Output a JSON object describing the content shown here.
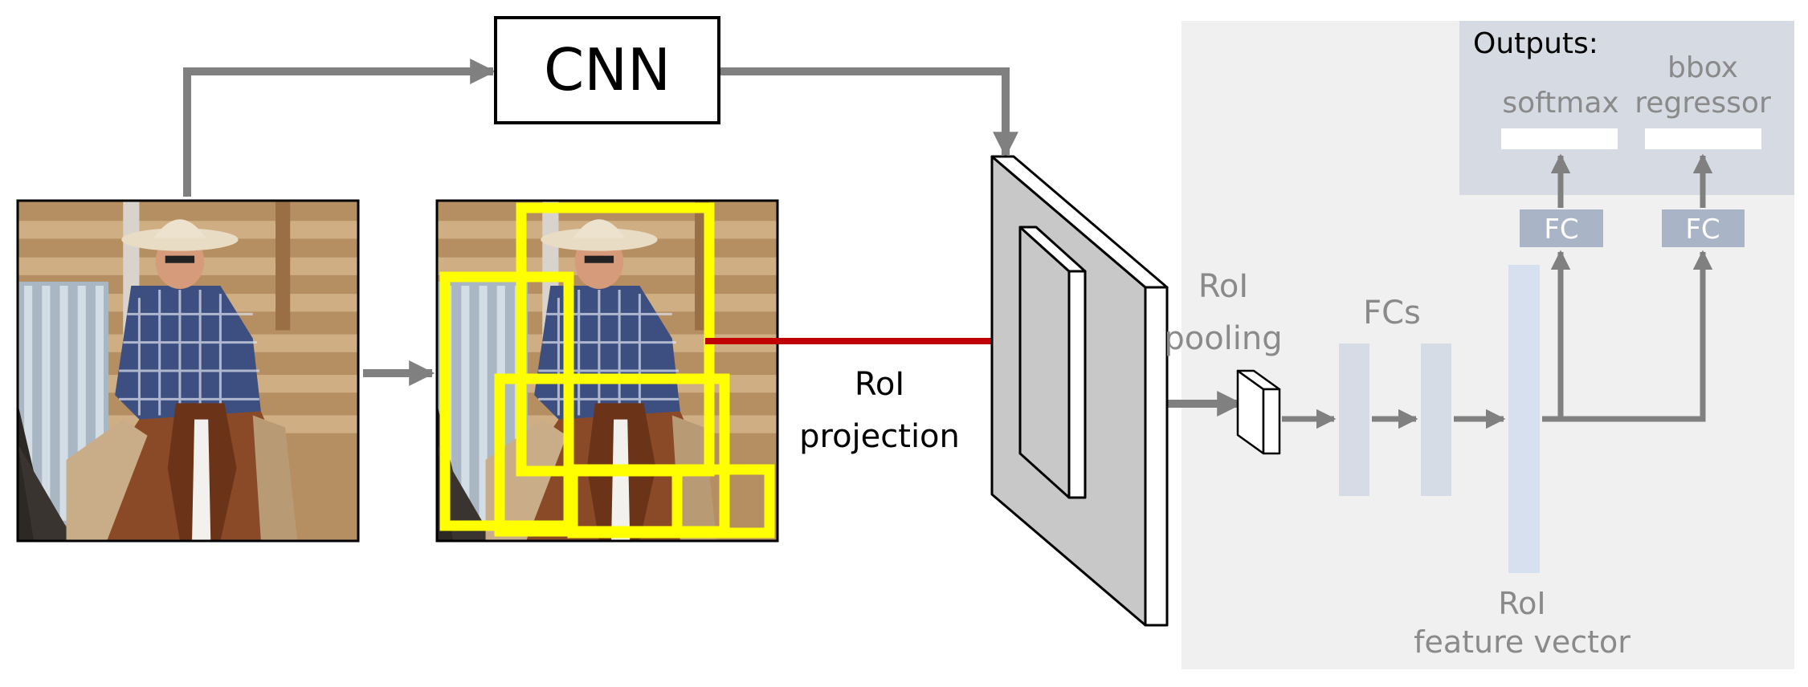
{
  "cnn": {
    "label": "CNN"
  },
  "roi_projection": {
    "line1": "RoI",
    "line2": "projection"
  },
  "roi_pooling": {
    "line1": "RoI",
    "line2": "pooling"
  },
  "fcs": {
    "label": "FCs"
  },
  "roi_feature_vector": {
    "line1": "RoI",
    "line2": "feature vector"
  },
  "outputs": {
    "title": "Outputs:",
    "softmax": {
      "label": "softmax",
      "fc_label": "FC"
    },
    "bbox": {
      "line1": "bbox",
      "line2": "regressor",
      "fc_label": "FC"
    }
  },
  "colors": {
    "arrow_gray": "#808080",
    "projection_red": "#c00000",
    "proposal_yellow": "#ffff00",
    "head_panel": "#f0f0f0",
    "outputs_panel": "#d6dbe3",
    "fc_box": "#a9b4c6",
    "fc_bar": "#d5dce6",
    "feature_bar": "#d7e0ef",
    "label_gray": "#8a8a8a"
  }
}
